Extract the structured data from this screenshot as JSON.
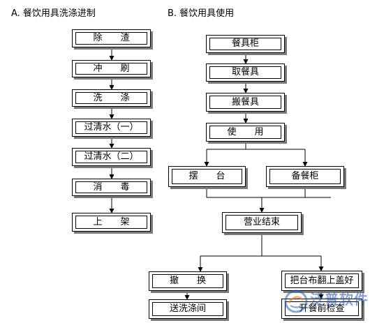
{
  "section_a": {
    "title": "A. 餐饮用具洗涤进制",
    "steps": [
      "除　　渣",
      "冲　　刷",
      "洗　　涤",
      "过清水（一）",
      "过清水（二）",
      "消　　毒",
      "上　　架"
    ]
  },
  "section_b": {
    "title": "B. 餐饮用具使用",
    "steps": [
      "餐具柜",
      "取餐具",
      "搬餐具",
      "使　　用"
    ],
    "branch1": [
      "摆　　台",
      "备餐柜"
    ],
    "merge": "营业结束",
    "branch2_left": [
      "撤　　换",
      "送洗涤间"
    ],
    "branch2_right": [
      "把台布翻上盖好",
      "开餐前检查"
    ]
  },
  "watermark": {
    "text": "泛普软件",
    "icon": "fanpu-logo-icon"
  },
  "colors": {
    "line": "#000000",
    "shadow": "#7a7a7a",
    "watermark": "#2a5aaa"
  }
}
